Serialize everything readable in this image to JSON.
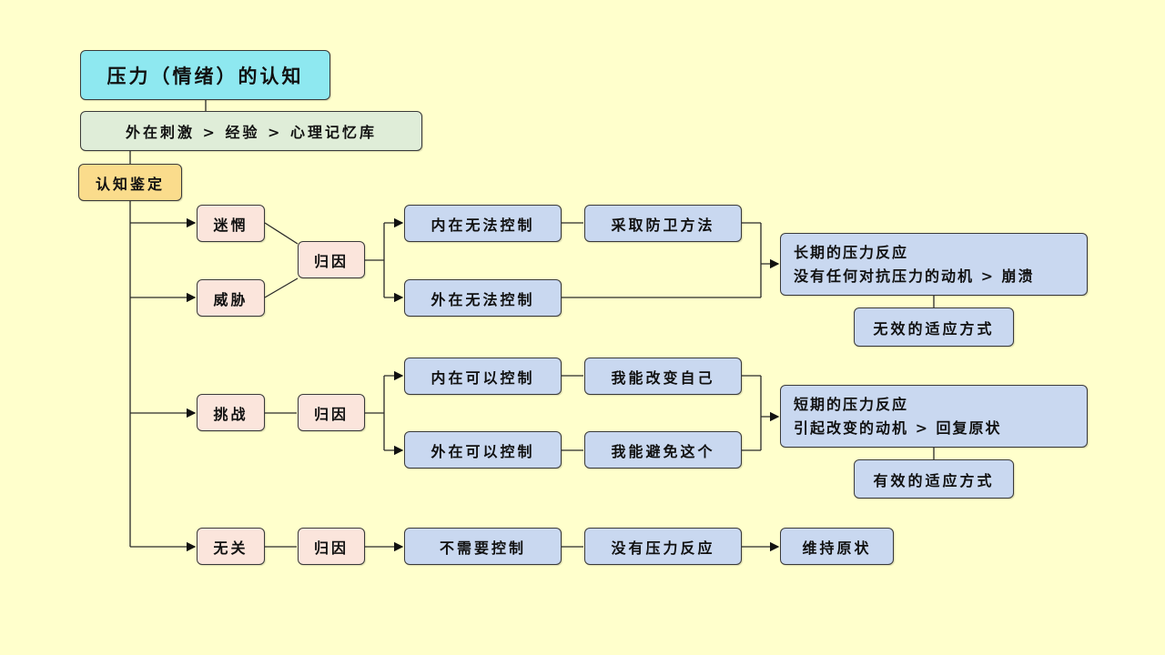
{
  "title": "压力（情绪）的认知",
  "pipeline": "外在刺激 > 经验 > 心理记忆库",
  "appraisal": "认知鉴定",
  "branches": {
    "threat": {
      "confusion": "迷惘",
      "threat": "威胁",
      "attribution": "归因",
      "internal": "内在无法控制",
      "external": "外在无法控制",
      "defense": "采取防卫方法",
      "result_line1": "长期的压力反应",
      "result_line2": "没有任何对抗压力的动机 > 崩溃",
      "outcome": "无效的适应方式"
    },
    "challenge": {
      "challenge": "挑战",
      "attribution": "归因",
      "internal": "内在可以控制",
      "external": "外在可以控制",
      "change_self": "我能改变自己",
      "avoid": "我能避免这个",
      "result_line1": "短期的压力反应",
      "result_line2": "引起改变的动机 > 回复原状",
      "outcome": "有效的适应方式"
    },
    "irrelevant": {
      "irrelevant": "无关",
      "attribution": "归因",
      "no_control": "不需要控制",
      "no_reaction": "没有压力反应",
      "maintain": "维持原状"
    }
  },
  "colors": {
    "background": "#FFFFCC",
    "title": "#8EE8F0",
    "pipeline": "#DFEDD8",
    "appraisal": "#FADC8C",
    "appraisal_nodes": "#FBE5DC",
    "outcome_nodes": "#C9D8F0"
  }
}
